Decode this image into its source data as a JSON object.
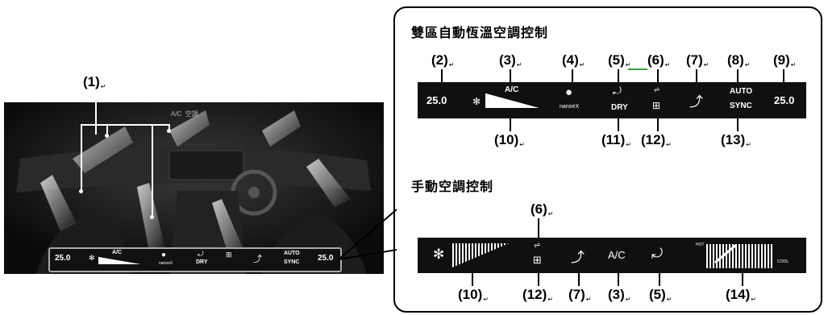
{
  "callout_left": {
    "label": "(1)",
    "mark": "↵"
  },
  "car_screen": {
    "header": "A/C  空調",
    "bar": {
      "temp_left": "25.0",
      "ac": "A/C",
      "nanoe": "nanoeX",
      "dry": "DRY",
      "auto": "AUTO",
      "sync": "SYNC",
      "temp_right": "25.0"
    }
  },
  "dual_zone": {
    "title": "雙區自動恆溫空調控制",
    "labels_top": [
      "(2)",
      "(3)",
      "(4)",
      "(5)",
      "(6)",
      "(7)",
      "(8)",
      "(9)"
    ],
    "labels_bottom": [
      "(10)",
      "(11)",
      "(12)",
      "(13)"
    ],
    "bar": {
      "temp_left": "25.0",
      "ac": "A/C",
      "nanoe": "nanoeX",
      "dry": "DRY",
      "auto": "AUTO",
      "sync": "SYNC",
      "temp_right": "25.0"
    }
  },
  "manual": {
    "title": "手動空調控制",
    "labels_top": [
      "(6)"
    ],
    "labels_bottom": [
      "(10)",
      "(12)",
      "(7)",
      "(3)",
      "(5)",
      "(14)"
    ],
    "bar": {
      "ac": "A/C",
      "hot": "HOT",
      "cool": "COOL"
    }
  },
  "mark": "↵",
  "icons": [
    "fan-icon",
    "nanoe-icon",
    "recirculation-icon",
    "rear-defrost-icon",
    "front-defrost-icon",
    "fresh-air-icon"
  ],
  "colors": {
    "panel_bg": "#101010",
    "border": "#222222",
    "glow": "#ffffff"
  }
}
